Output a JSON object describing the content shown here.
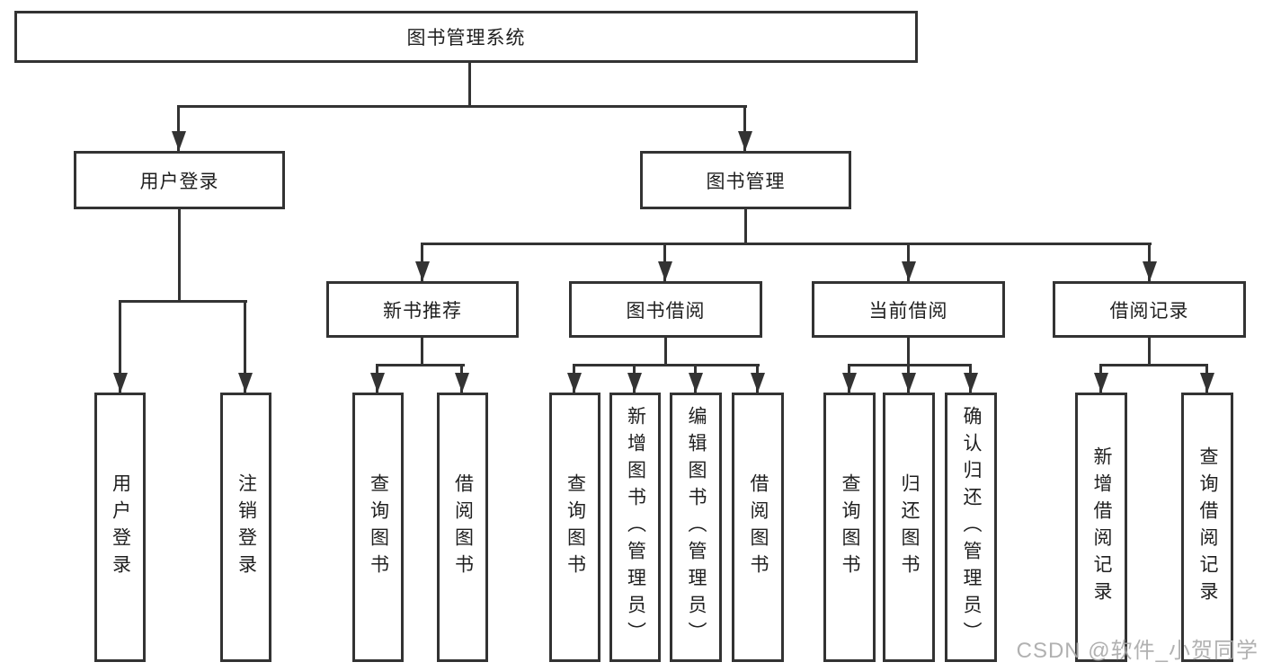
{
  "diagram_title": "图书管理系统",
  "tree": {
    "label": "图书管理系统",
    "children": [
      {
        "label": "用户登录",
        "children": [
          {
            "label": "用户登录"
          },
          {
            "label": "注销登录"
          }
        ]
      },
      {
        "label": "图书管理",
        "children": [
          {
            "label": "新书推荐",
            "children": [
              {
                "label": "查询图书"
              },
              {
                "label": "借阅图书"
              }
            ]
          },
          {
            "label": "图书借阅",
            "children": [
              {
                "label": "查询图书"
              },
              {
                "label": "新增图书（管理员）"
              },
              {
                "label": "编辑图书（管理员）"
              },
              {
                "label": "借阅图书"
              }
            ]
          },
          {
            "label": "当前借阅",
            "children": [
              {
                "label": "查询图书"
              },
              {
                "label": "归还图书"
              },
              {
                "label": "确认归还（管理员）"
              }
            ]
          },
          {
            "label": "借阅记录",
            "children": [
              {
                "label": "新增借阅记录"
              },
              {
                "label": "查询借阅记录"
              }
            ]
          }
        ]
      }
    ]
  },
  "watermark": {
    "text": "CSDN @软件_小贺同学"
  },
  "colors": {
    "line": "#333333",
    "text": "#1f1f1f",
    "background": "#ffffff",
    "watermark_gray": "#a9a9a9"
  }
}
